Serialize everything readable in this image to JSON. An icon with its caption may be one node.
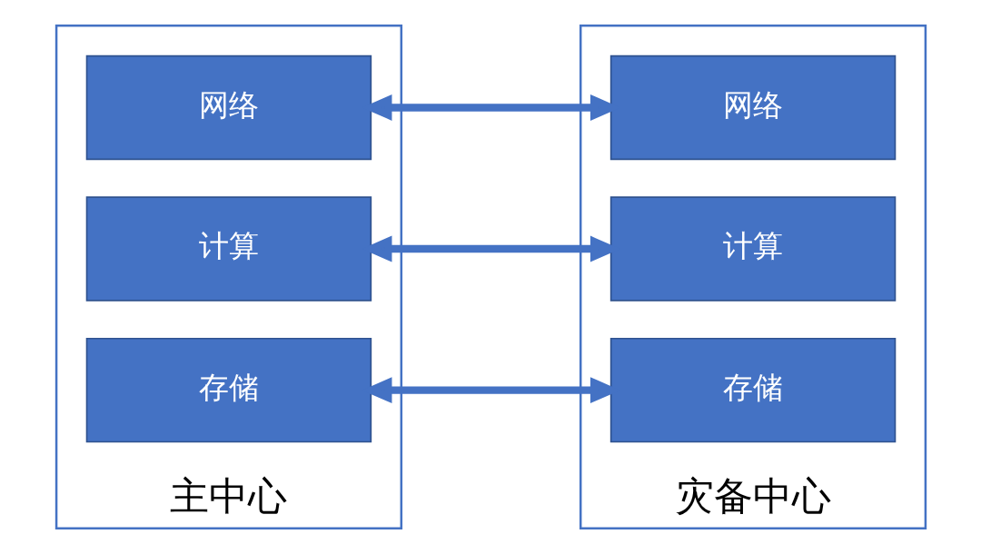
{
  "diagram": {
    "nodes": [
      {
        "text": [
          "主中心"
        ]
      },
      {
        "text": [
          "网络"
        ],
        "in": 0
      },
      {
        "text": [
          "计算"
        ],
        "in": 0
      },
      {
        "text": [
          "存储"
        ],
        "in": 0
      },
      {
        "text": [
          "灾备中心"
        ]
      },
      {
        "text": [
          "网络"
        ],
        "in": 4
      },
      {
        "text": [
          "计算"
        ],
        "in": 4
      },
      {
        "text": [
          "存储"
        ],
        "in": 4
      }
    ],
    "edges": [
      {
        "from": 1,
        "to": 5,
        "arrow": "both"
      },
      {
        "from": 2,
        "to": 6,
        "arrow": "both"
      },
      {
        "from": 3,
        "to": 7,
        "arrow": "both"
      }
    ]
  }
}
